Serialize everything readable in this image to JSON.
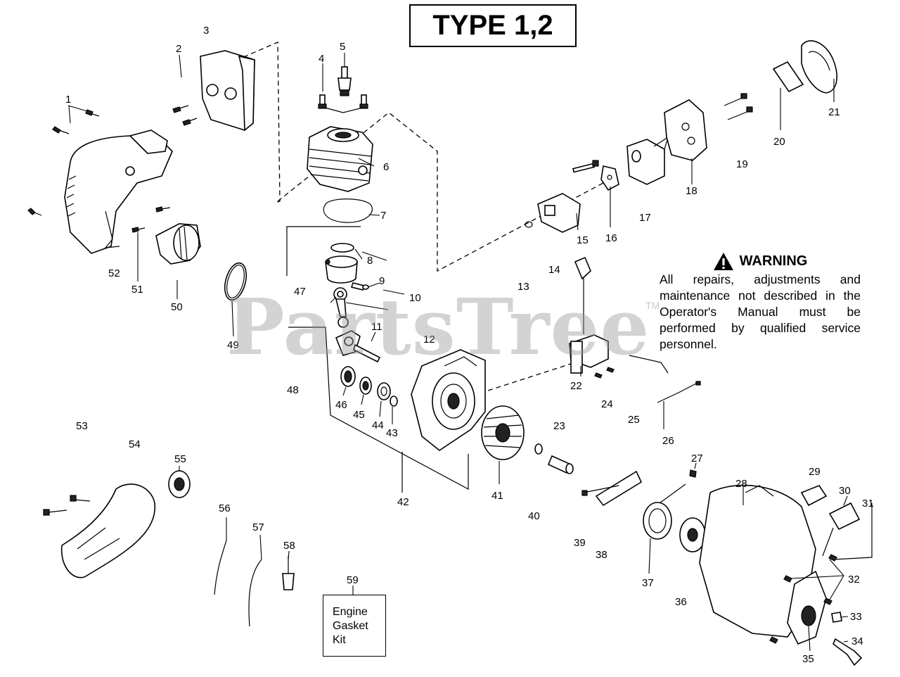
{
  "header": {
    "type_label": "TYPE 1,2"
  },
  "watermark": {
    "text": "PartsTree",
    "mark": "TM"
  },
  "warning": {
    "icon": "warning-triangle-icon",
    "title": "WARNING",
    "text": "All repairs, adjustments and maintenance not described in the Operator's Manual must be performed by qualified service personnel."
  },
  "kit_box": {
    "lines": [
      "Engine",
      "Gasket",
      "Kit"
    ]
  },
  "part_numbers": [
    "1",
    "2",
    "3",
    "4",
    "5",
    "6",
    "7",
    "8",
    "9",
    "10",
    "11",
    "12",
    "13",
    "14",
    "15",
    "16",
    "17",
    "18",
    "19",
    "20",
    "21",
    "22",
    "23",
    "24",
    "25",
    "26",
    "27",
    "28",
    "29",
    "30",
    "31",
    "32",
    "33",
    "34",
    "35",
    "36",
    "37",
    "38",
    "39",
    "40",
    "41",
    "42",
    "43",
    "44",
    "45",
    "46",
    "47",
    "48",
    "49",
    "50",
    "51",
    "52",
    "53",
    "54",
    "55",
    "56",
    "57",
    "58",
    "59"
  ]
}
